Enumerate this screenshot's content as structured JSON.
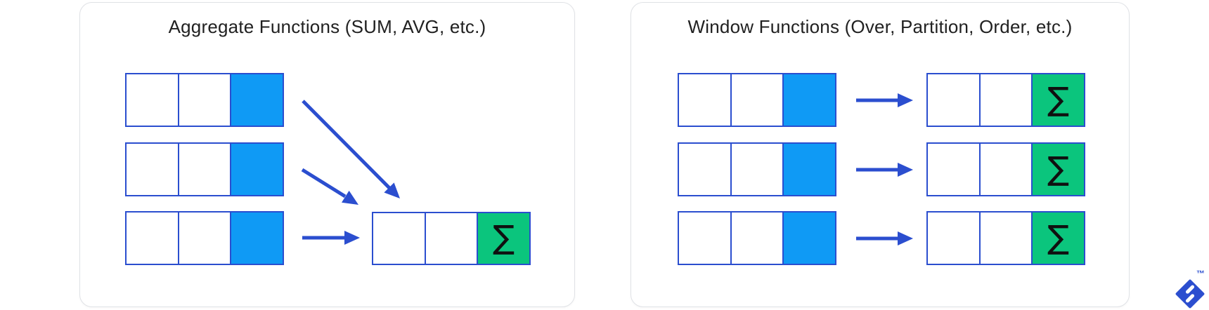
{
  "colors": {
    "azure": "#0f9af5",
    "royal": "#2b4ecf",
    "green": "#0bc57d",
    "card-border": "#e0e2e6",
    "title": "#212121",
    "sigma": "#101010"
  },
  "panels": [
    {
      "title": "Aggregate Functions (SUM, AVG, etc.)"
    },
    {
      "title": "Window Functions (Over, Partition, Order, etc.)"
    }
  ],
  "symbols": {
    "sigma": "∑",
    "trademark": "™"
  },
  "diagram": {
    "aggregate": {
      "source_rows": 3,
      "cells_per_row": 3,
      "highlighted_cell": "last",
      "result_rows": 1,
      "result_cell_symbol": "∑"
    },
    "window": {
      "source_rows": 3,
      "cells_per_row": 3,
      "highlighted_cell": "last",
      "result_rows": 3,
      "result_cell_symbol": "∑"
    }
  }
}
